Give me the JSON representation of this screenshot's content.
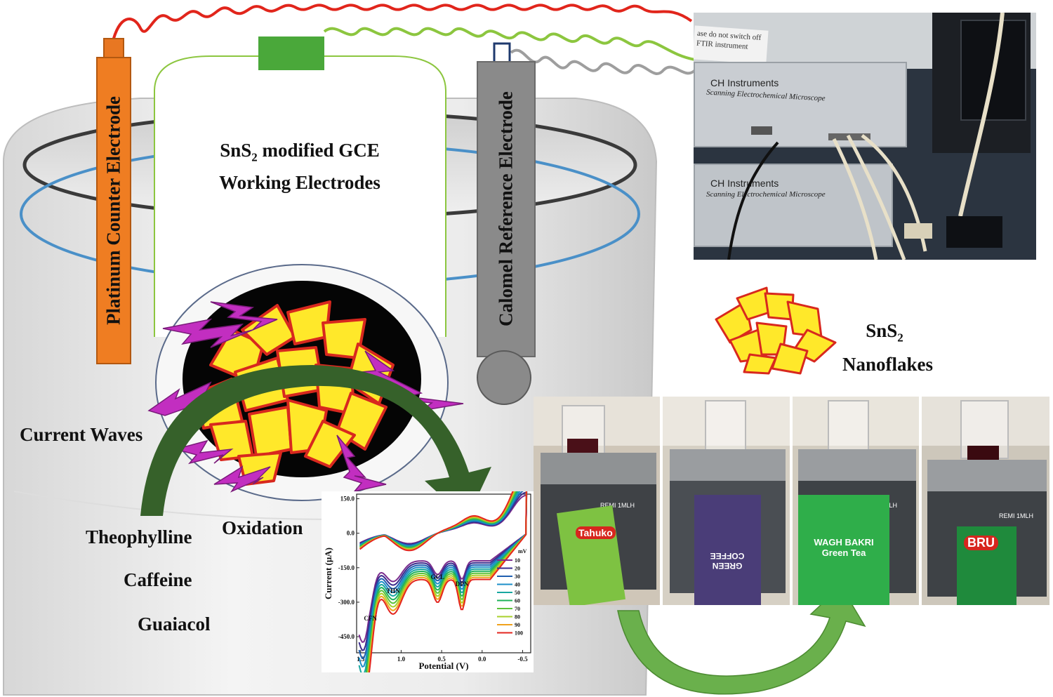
{
  "labels": {
    "counter_electrode": "Platinum Counter Electrode",
    "working_electrode_line1": "SnS",
    "working_electrode_line1_sub": "2",
    "working_electrode_line1_rest": " modified GCE",
    "working_electrode_line2": "Working Electrodes",
    "reference_electrode": "Calomel Reference Electrode",
    "current_waves": "Current Waves",
    "oxidation": "Oxidation",
    "analytes": [
      "Theophylline",
      "Caffeine",
      "Guaiacol"
    ],
    "nanoflakes_line1": "SnS",
    "nanoflakes_sub": "2",
    "nanoflakes_line2": "Nanoflakes"
  },
  "instrument_photo": {
    "brand_top": "CH Instruments",
    "model_top": "Scanning Electrochemical Microscope",
    "brand_bottom": "CH Instruments",
    "model_bottom": "Scanning Electrochemical Microscope",
    "sign_text": "ase do not switch off FTIR instrument"
  },
  "sample_photos": [
    {
      "product": "Tahuko",
      "stirrer": "REMI 1MLH",
      "color": "#7ec242"
    },
    {
      "product": "GREEN COFFEE",
      "stirrer": "",
      "color": "#4a3d78"
    },
    {
      "product": "WAGH BAKRI Green Tea",
      "stirrer": "REMI 1MLH",
      "color": "#2fae4a"
    },
    {
      "product": "BRU",
      "stirrer": "REMI 1MLH",
      "color": "#1f8a3c"
    }
  ],
  "chart_data": {
    "type": "line",
    "title": "",
    "xlabel": "Potential (V)",
    "ylabel": "Current (μA)",
    "xlim": [
      1.55,
      -0.6
    ],
    "ylim": [
      -520,
      170
    ],
    "x_ticks": [
      "1.5",
      "1.0",
      "0.5",
      "0.0",
      "-0.5"
    ],
    "y_ticks": [
      "150.0",
      "0.0",
      "-150.0",
      "-300.0",
      "-450.0"
    ],
    "legend_title": "mV",
    "series": [
      {
        "name": "10",
        "color": "#7b2d8e"
      },
      {
        "name": "20",
        "color": "#3a2b8c"
      },
      {
        "name": "30",
        "color": "#1f5fb0"
      },
      {
        "name": "40",
        "color": "#1d8fc9"
      },
      {
        "name": "50",
        "color": "#18a7a0"
      },
      {
        "name": "60",
        "color": "#1fb25a"
      },
      {
        "name": "70",
        "color": "#5cc23a"
      },
      {
        "name": "80",
        "color": "#a9d12b"
      },
      {
        "name": "90",
        "color": "#f0a21d"
      },
      {
        "name": "100",
        "color": "#e3261f"
      }
    ],
    "peaks": [
      {
        "label": "CFN",
        "x": 1.38,
        "y": -380
      },
      {
        "label": "THN",
        "x": 1.1,
        "y": -260
      },
      {
        "label": "GCL",
        "x": 0.55,
        "y": -200
      },
      {
        "label": "DPN",
        "x": 0.25,
        "y": -230
      }
    ]
  }
}
